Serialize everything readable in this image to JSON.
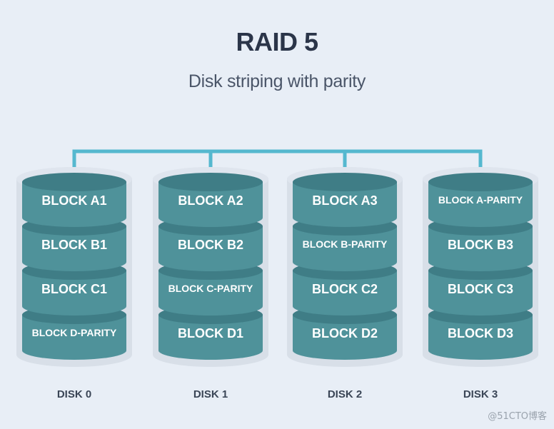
{
  "title": "RAID 5",
  "subtitle": "Disk striping with parity",
  "colors": {
    "background": "#e8eef6",
    "disk_shell": "#d8dfe8",
    "block_body": "#4f929a",
    "block_top": "#3f7d86",
    "block_text": "#ffffff",
    "connector": "#55b8cf",
    "disk_label": "#3a4556"
  },
  "disks": [
    {
      "label": "DISK 0",
      "blocks": [
        "BLOCK A1",
        "BLOCK B1",
        "BLOCK C1",
        "BLOCK D-PARITY"
      ]
    },
    {
      "label": "DISK 1",
      "blocks": [
        "BLOCK A2",
        "BLOCK B2",
        "BLOCK C-PARITY",
        "BLOCK D1"
      ]
    },
    {
      "label": "DISK 2",
      "blocks": [
        "BLOCK A3",
        "BLOCK B-PARITY",
        "BLOCK C2",
        "BLOCK D2"
      ]
    },
    {
      "label": "DISK 3",
      "blocks": [
        "BLOCK A-PARITY",
        "BLOCK B3",
        "BLOCK C3",
        "BLOCK D3"
      ]
    }
  ],
  "watermark": "@51CTO博客"
}
